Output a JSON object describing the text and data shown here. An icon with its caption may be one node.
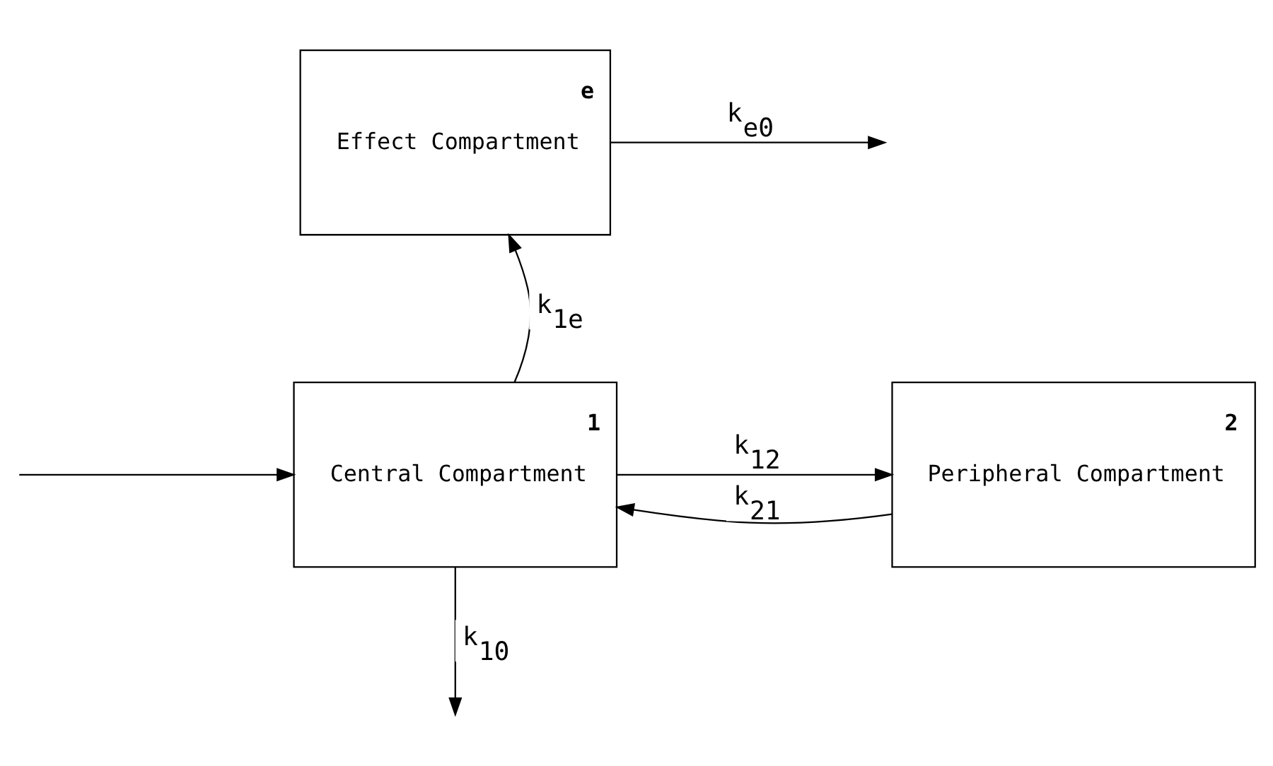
{
  "diagram": {
    "nodes": [
      {
        "text": [
          "e",
          "Effect Compartment"
        ]
      },
      {
        "text": [
          "1",
          "Central Compartment"
        ]
      },
      {
        "text": [
          "2",
          "Peripheral Compartment"
        ]
      }
    ],
    "edges": [
      {
        "from": 1,
        "to": 0,
        "arrow": "to",
        "label": "k$_{1e}$"
      },
      {
        "from": 0,
        "to": null,
        "arrow": "to",
        "label": "k$_{e0}$"
      },
      {
        "from": 1,
        "to": 2,
        "arrow": "to",
        "label": "k$_{12}$"
      },
      {
        "from": 2,
        "to": 1,
        "arrow": "to",
        "label": "k$_{21}$"
      },
      {
        "from": null,
        "to": 1,
        "arrow": "to"
      },
      {
        "from": 1,
        "to": null,
        "arrow": "to",
        "label": "k$_{10}$"
      }
    ]
  }
}
